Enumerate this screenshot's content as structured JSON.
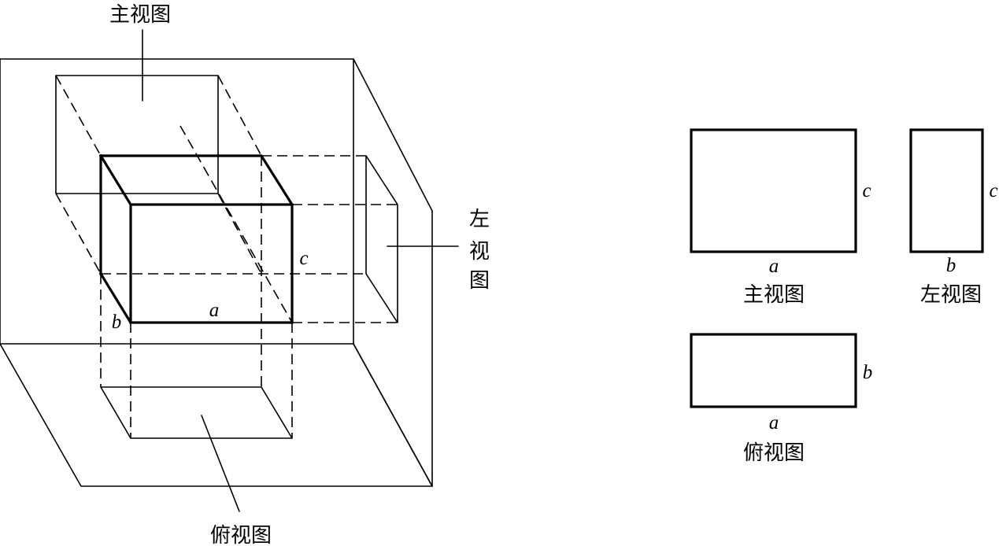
{
  "labels": {
    "front_view": "主视图",
    "left_view_chars": [
      "左",
      "视",
      "图"
    ],
    "top_view": "俯视图"
  },
  "dimensions": {
    "a": "a",
    "b": "b",
    "c": "c"
  },
  "projections": {
    "front_caption": "主视图",
    "left_caption": "左视图",
    "top_caption": "俯视图"
  }
}
